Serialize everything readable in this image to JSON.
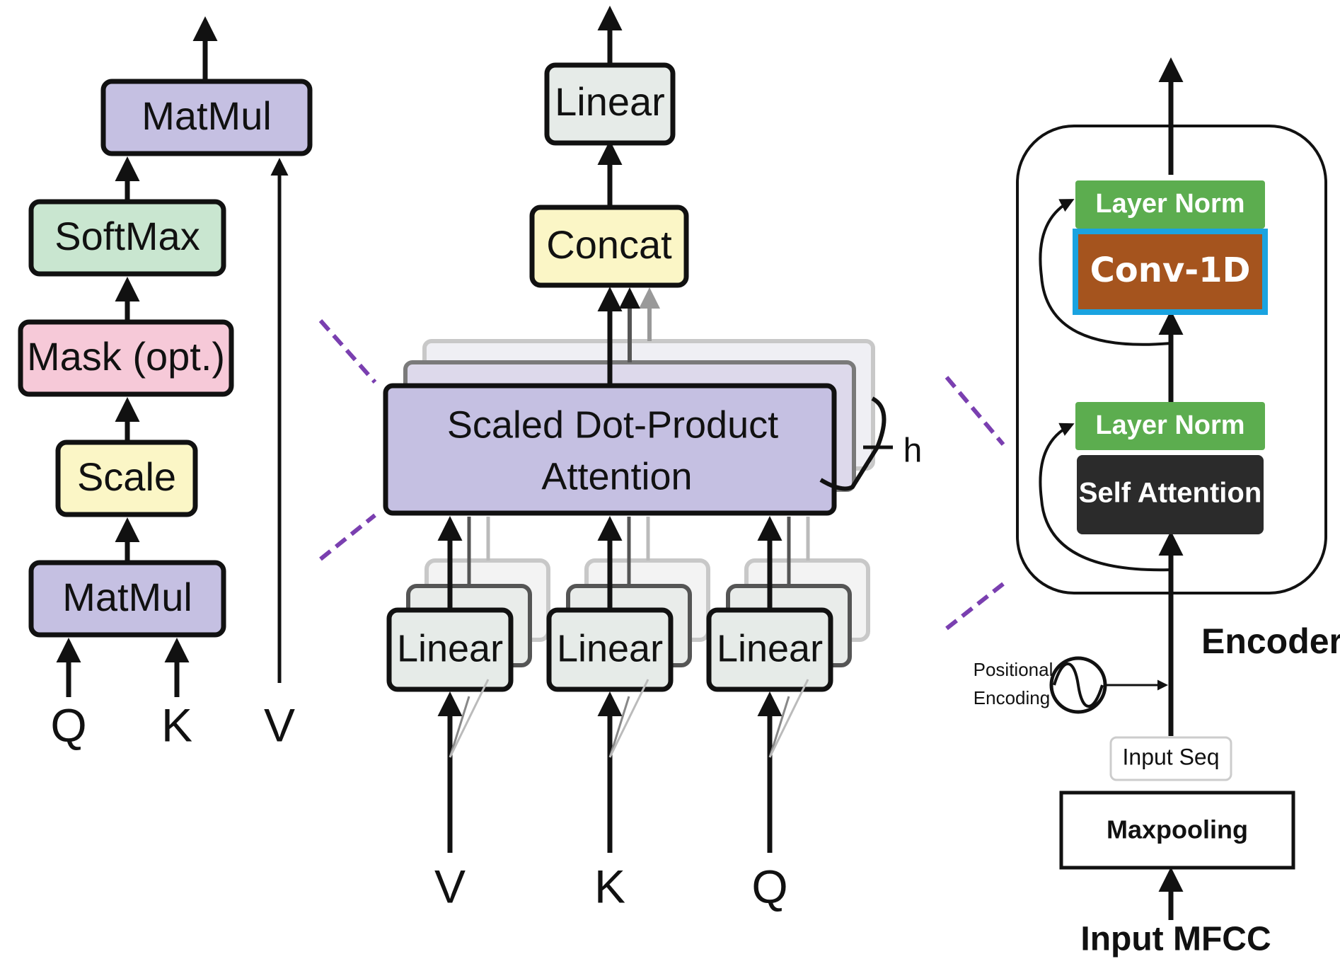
{
  "scaled_dot_product_panel": {
    "matmul_top": "MatMul",
    "softmax": "SoftMax",
    "mask": "Mask (opt.)",
    "scale": "Scale",
    "matmul_bottom": "MatMul",
    "input_q": "Q",
    "input_k": "K",
    "input_v": "V",
    "colors": {
      "matmul": "#c5c0e2",
      "softmax": "#c9e6d0",
      "mask": "#f6c9d8",
      "scale": "#fbf6c6"
    }
  },
  "multi_head_panel": {
    "linear_out": "Linear",
    "concat": "Concat",
    "attention_line1": "Scaled Dot-Product",
    "attention_line2": "Attention",
    "heads_label": "h",
    "linear_v": "Linear",
    "linear_k": "Linear",
    "linear_q": "Linear",
    "input_v": "V",
    "input_k": "K",
    "input_q": "Q",
    "colors": {
      "linear": "#e6ebe8",
      "concat": "#fbf6c6",
      "attention": "#c5c0e2"
    }
  },
  "encoder_panel": {
    "layer_norm_top": "Layer Norm",
    "conv1d": "Conv-1D",
    "layer_norm_bottom": "Layer Norm",
    "self_attention": "Self Attention",
    "encoder_label": "Encoder",
    "positional_line1": "Positional",
    "positional_line2": "Encoding",
    "input_seq": "Input Seq",
    "maxpooling": "Maxpooling",
    "input_mfcc": "Input MFCC",
    "colors": {
      "layer_norm": "#5cad4f",
      "conv1d": "#a5541e",
      "conv1d_border": "#1aa3e0",
      "self_attention": "#2b2b2b",
      "connector_dash": "#7a3fb0"
    }
  }
}
